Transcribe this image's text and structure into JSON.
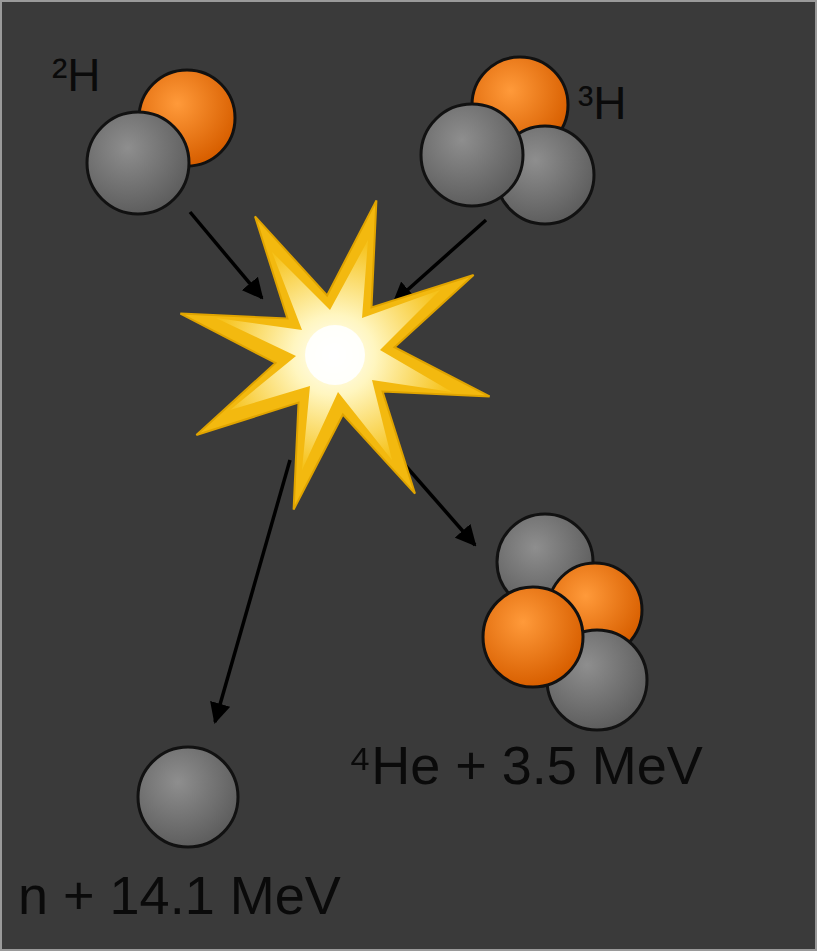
{
  "diagram": {
    "labels": [
      "²H",
      "³H",
      "⁴He + 3.5 MeV",
      "n + 14.1 MeV"
    ]
  }
}
